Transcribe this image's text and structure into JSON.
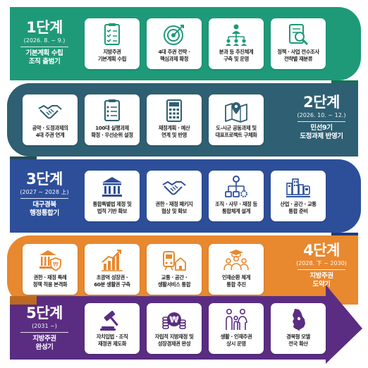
{
  "colors": {
    "stage1": "#1e9a79",
    "stage2": "#2f5f73",
    "stage3": "#2d4f9a",
    "stage4": "#e8882f",
    "stage5": "#5a2d82"
  },
  "stages": [
    {
      "title": "1단계",
      "period": "(2026. 8. ~ 9.)",
      "subtitle": [
        "기본계획 수립",
        "조직 출범기"
      ],
      "items": [
        {
          "icon": "checklist-icon",
          "lines": [
            "지방주권",
            "기본계획 수립"
          ]
        },
        {
          "icon": "target-icon",
          "lines": [
            "4대 주권 전략 ·",
            "핵심과제 확정"
          ]
        },
        {
          "icon": "org-chart-icon",
          "lines": [
            "분과 등 추진체계",
            "구축 및 운영"
          ]
        },
        {
          "icon": "magnifier-document-icon",
          "lines": [
            "정책 · 사업 전수조사",
            "전략별 재분류"
          ]
        }
      ]
    },
    {
      "title": "2단계",
      "period": "(2026. 10. ~ 12.)",
      "subtitle": [
        "민선9기",
        "도정과제 반영기"
      ],
      "items": [
        {
          "icon": "handshake-icon",
          "lines": [
            "공약 · 도정과제의",
            "4대 주권 연계"
          ]
        },
        {
          "icon": "clipboard-list-icon",
          "lines": [
            "100대 실행과제",
            "확정 · 우선순위 설정"
          ]
        },
        {
          "icon": "calculator-icon",
          "lines": [
            "재정계획 · 예산",
            "연계 및 반영"
          ]
        },
        {
          "icon": "map-pin-icon",
          "lines": [
            "도-시군 공동과제 및",
            "대표프로젝트 구체화"
          ]
        }
      ]
    },
    {
      "title": "3단계",
      "period": "(2027 ~ 2028 上)",
      "subtitle": [
        "대구경북",
        "행정통합기"
      ],
      "items": [
        {
          "icon": "government-building-icon",
          "lines": [
            "통합특별법 제정 및",
            "법적 기반 확보"
          ]
        },
        {
          "icon": "handshake-icon",
          "lines": [
            "권한 · 재정 패키지",
            "협상 및 확보"
          ]
        },
        {
          "icon": "network-gear-icon",
          "lines": [
            "조직 · 사무 · 재정 등",
            "통합체계 설계"
          ]
        },
        {
          "icon": "city-train-icon",
          "lines": [
            "산업 · 공간 · 교통",
            "통합 준비"
          ]
        }
      ]
    },
    {
      "title": "4단계",
      "period": "(2028. 下 ~ 2030)",
      "subtitle": [
        "지방주권",
        "도약기"
      ],
      "items": [
        {
          "icon": "building-shield-icon",
          "lines": [
            "권한 · 재정 특례",
            "정책 적용 본격화"
          ]
        },
        {
          "icon": "growth-chart-icon",
          "lines": [
            "초광역 성장권 ·",
            "60분 생활권 구축"
          ]
        },
        {
          "icon": "train-house-icon",
          "lines": [
            "교통 · 공간 ·",
            "생활서비스 통합"
          ]
        },
        {
          "icon": "graduation-people-icon",
          "lines": [
            "인재순환 체계",
            "통합 추진"
          ]
        }
      ]
    },
    {
      "title": "5단계",
      "period": "(2031 ~)",
      "subtitle": [
        "지방주권",
        "완성기"
      ],
      "items": [
        {
          "icon": "gavel-icon",
          "lines": [
            "자치입법 · 조직",
            "재정권 제도화"
          ]
        },
        {
          "icon": "won-coin-icon",
          "lines": [
            "자립적 지방재정 및",
            "성장경제권 완성"
          ]
        },
        {
          "icon": "family-icon",
          "lines": [
            "생활 · 인재주권",
            "상시 운영"
          ]
        },
        {
          "icon": "korea-map-icon",
          "lines": [
            "경북형 모델",
            "전국 확산"
          ]
        }
      ]
    }
  ]
}
